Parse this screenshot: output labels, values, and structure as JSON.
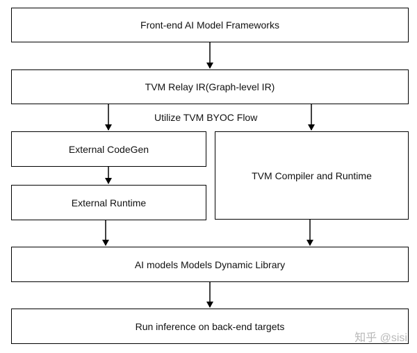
{
  "diagram": {
    "boxes": {
      "frameworks": "Front-end AI Model Frameworks",
      "relay": "TVM Relay IR(Graph-level IR)",
      "codegen": "External CodeGen",
      "external_runtime": "External Runtime",
      "compiler": "TVM Compiler and Runtime",
      "library": "AI models Models Dynamic Library",
      "inference": "Run inference on back-end targets"
    },
    "flow_label": "Utilize TVM BYOC Flow"
  },
  "watermark": "知乎 @sisi"
}
